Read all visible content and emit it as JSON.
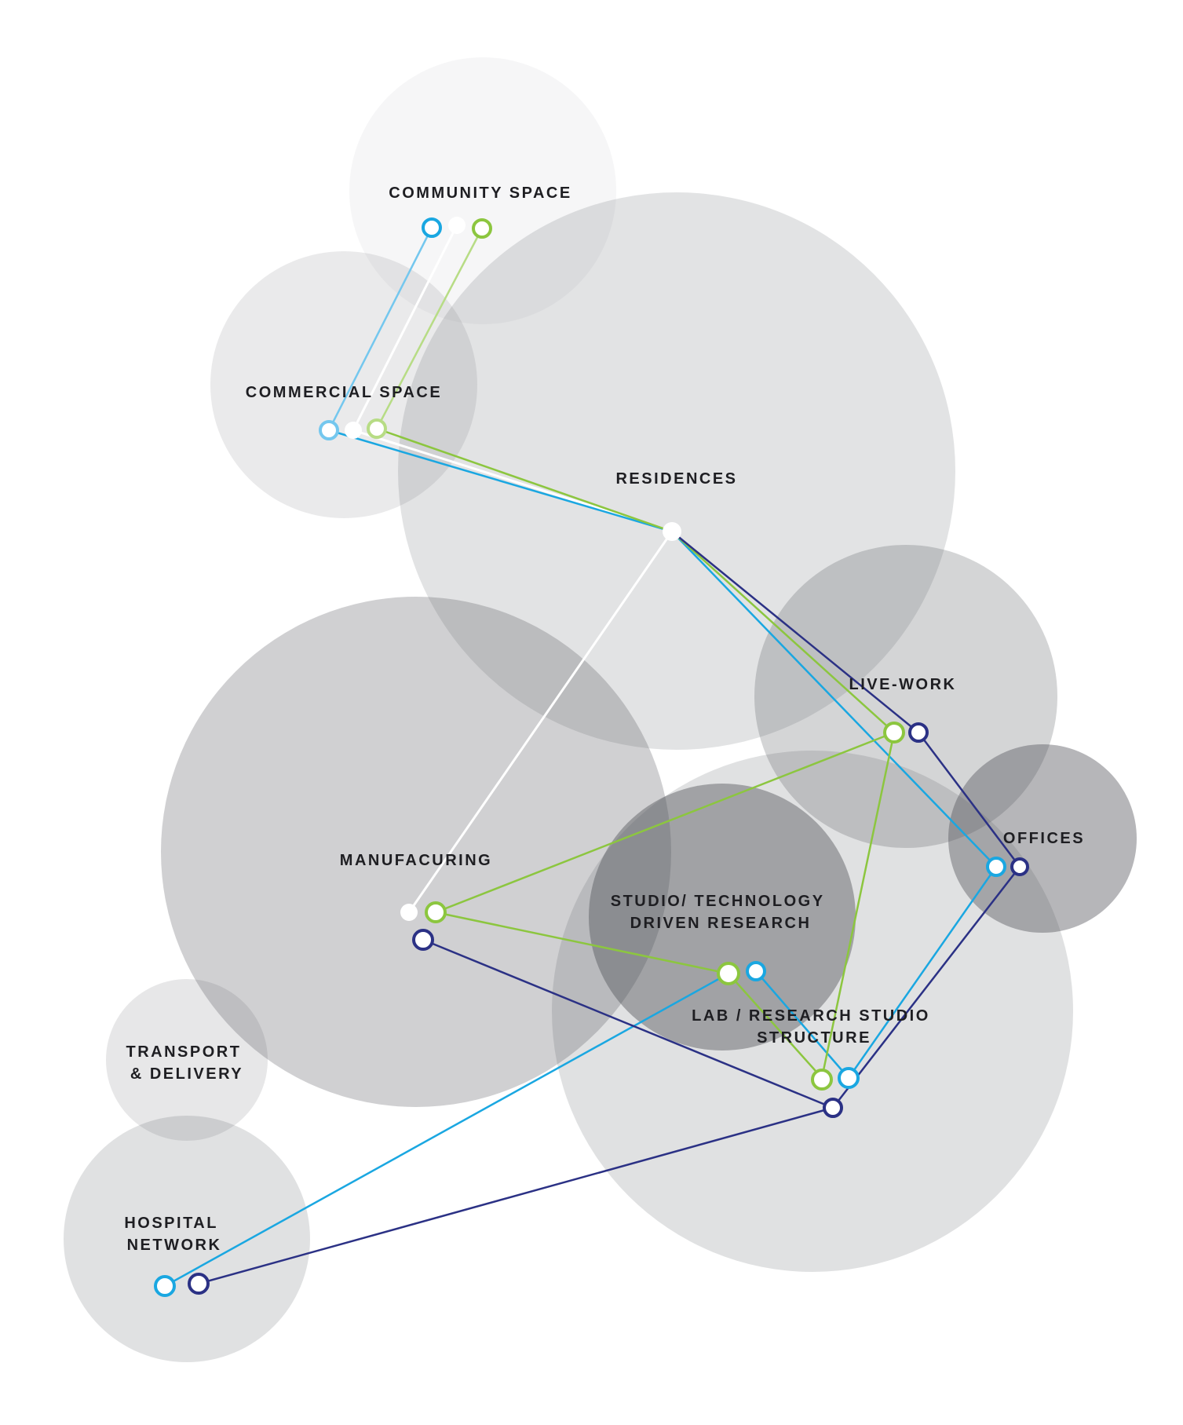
{
  "colors": {
    "white": "#ffffff",
    "light_blue": "#74c7ee",
    "blue": "#1aa7e1",
    "green": "#8cc63f",
    "light_green": "#b7dc85",
    "navy": "#2b3185",
    "label": "#1e1e22"
  },
  "zones": [
    {
      "id": "community",
      "tone": 0.95,
      "label": [
        "COMMUNITY SPACE"
      ]
    },
    {
      "id": "commercial",
      "tone": 0.88,
      "label": [
        "COMMERCIAL SPACE"
      ]
    },
    {
      "id": "residences",
      "tone": 0.83,
      "label": [
        "RESIDENCES"
      ]
    },
    {
      "id": "manufacturing",
      "tone": 0.72,
      "label": [
        "MANUFACURING"
      ]
    },
    {
      "id": "lab",
      "tone": 0.82,
      "label": [
        "LAB / RESEARCH STUDIO",
        "STRUCTURE"
      ]
    },
    {
      "id": "studio",
      "tone": 0.55,
      "label": [
        "STUDIO/ TECHNOLOGY",
        "DRIVEN RESEARCH"
      ]
    },
    {
      "id": "livework",
      "tone": 0.75,
      "label": [
        "LIVE-WORK"
      ]
    },
    {
      "id": "offices",
      "tone": 0.57,
      "label": [
        "OFFICES"
      ]
    },
    {
      "id": "transport",
      "tone": 0.86,
      "label": [
        "TRANSPORT",
        "& DELIVERY"
      ]
    },
    {
      "id": "hospital",
      "tone": 0.82,
      "label": [
        "HOSPITAL",
        "NETWORK"
      ]
    }
  ],
  "paths": [
    {
      "id": "white-path",
      "color": "white",
      "nodes": [
        "community",
        "commercial",
        "residences",
        "manufacturing"
      ]
    },
    {
      "id": "lightblue-blue-path",
      "color": "light_blue",
      "nodes": [
        "community",
        "commercial",
        "residences",
        "offices",
        "lab",
        "studio",
        "hospital"
      ]
    },
    {
      "id": "green-path",
      "color": "green",
      "nodes": [
        "community",
        "commercial",
        "residences",
        "livework",
        "manufacturing",
        "studio",
        "lab",
        "livework"
      ]
    },
    {
      "id": "navy-path",
      "color": "navy",
      "nodes": [
        "residences",
        "livework",
        "offices",
        "lab",
        "manufacturing"
      ]
    },
    {
      "id": "navy-hospital-path",
      "color": "navy",
      "nodes": [
        "lab",
        "hospital"
      ]
    }
  ]
}
